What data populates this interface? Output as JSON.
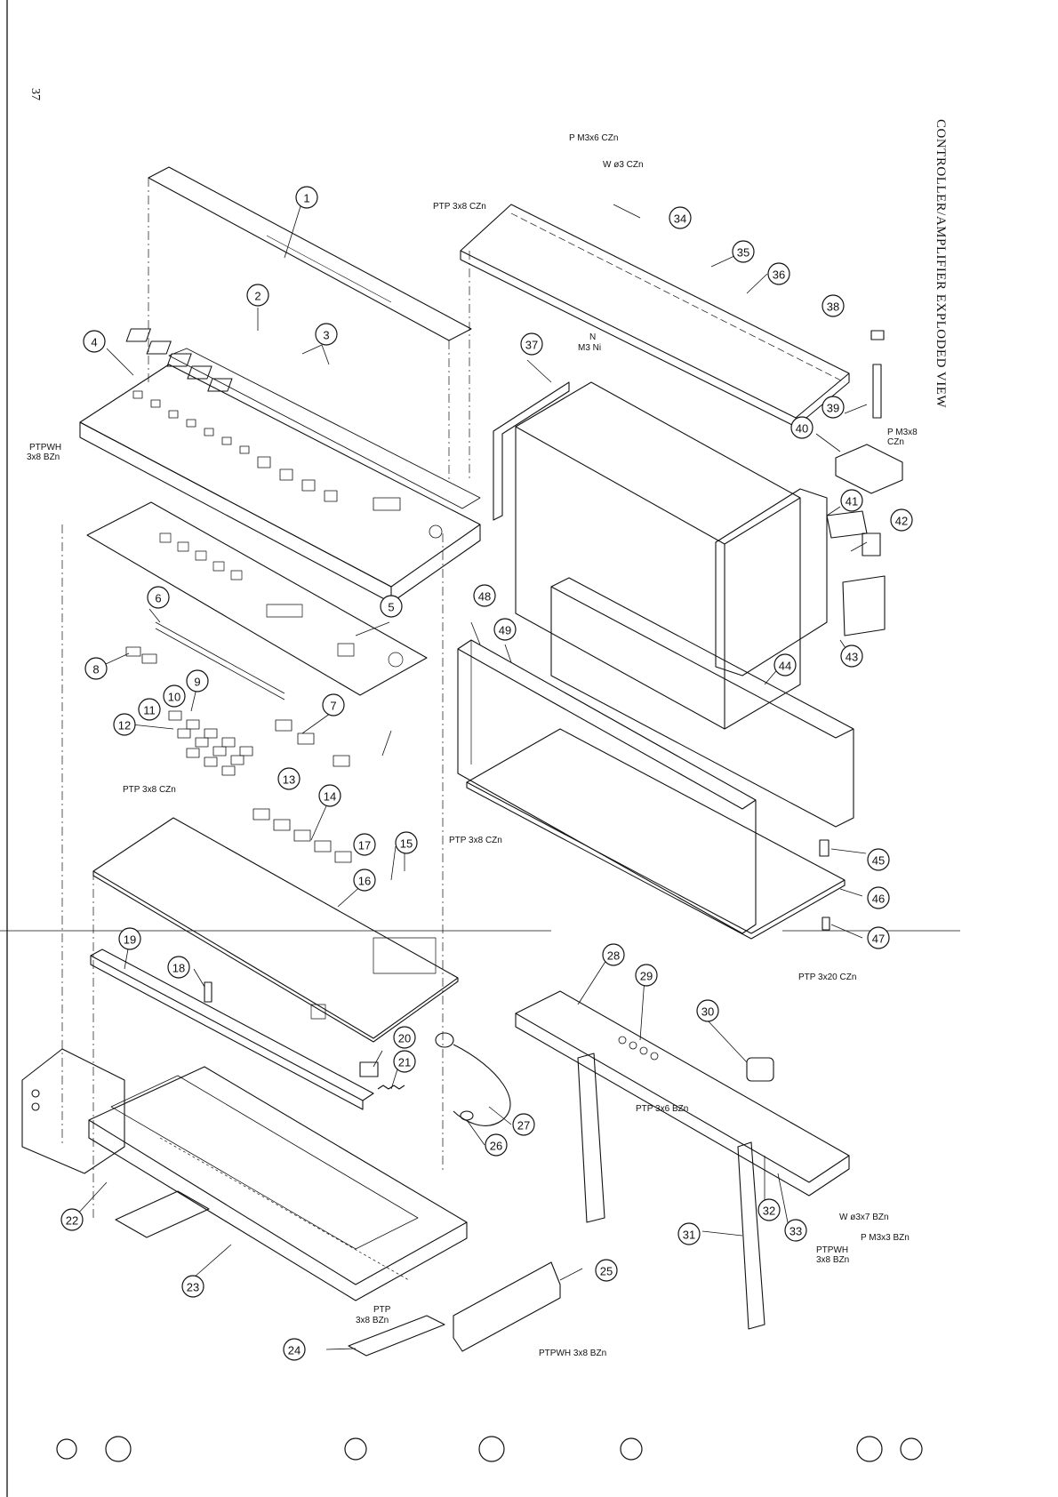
{
  "page": {
    "number": "37",
    "title": "CONTROLLER/AMPLIFIER EXPLODED VIEW"
  },
  "hardware": {
    "p_m3x6": "P M3x6 CZn",
    "w_3": "W ø3 CZn",
    "ptp_3x8_czn": "PTP 3x8 CZn",
    "n_m3": "N",
    "n_m3_b": "M3 Ni",
    "ptpwh_left": "PTPWH",
    "ptpwh_left_b": "3x8 BZn",
    "p_m3x8": "P M3x8",
    "p_m3x8_b": "CZn",
    "ptp_3x8_czn_mid": "PTP 3x8 CZn",
    "ptp_3x8_czn_left": "PTP 3x8 CZn",
    "ptp_3x20": "PTP 3x20 CZn",
    "ptp_3x6": "PTP 3x6 BZn",
    "w_3x7": "W ø3x7 BZn",
    "p_m3x3": "P M3x3 BZn",
    "ptpwh_right": "PTPWH",
    "ptpwh_right_b": "3x8 BZn",
    "ptp_bottom": "PTP",
    "ptp_bottom_b": "3x8 BZn",
    "ptpwh_bottom": "PTPWH 3x8 BZn"
  },
  "callouts": [
    "1",
    "2",
    "3",
    "4",
    "5",
    "6",
    "7",
    "8",
    "9",
    "10",
    "11",
    "12",
    "13",
    "14",
    "15",
    "16",
    "17",
    "18",
    "19",
    "20",
    "21",
    "22",
    "23",
    "24",
    "25",
    "26",
    "27",
    "28",
    "29",
    "30",
    "31",
    "32",
    "33",
    "34",
    "35",
    "36",
    "37",
    "38",
    "39",
    "40",
    "41",
    "42",
    "43",
    "44",
    "45",
    "46",
    "47",
    "48",
    "49"
  ]
}
